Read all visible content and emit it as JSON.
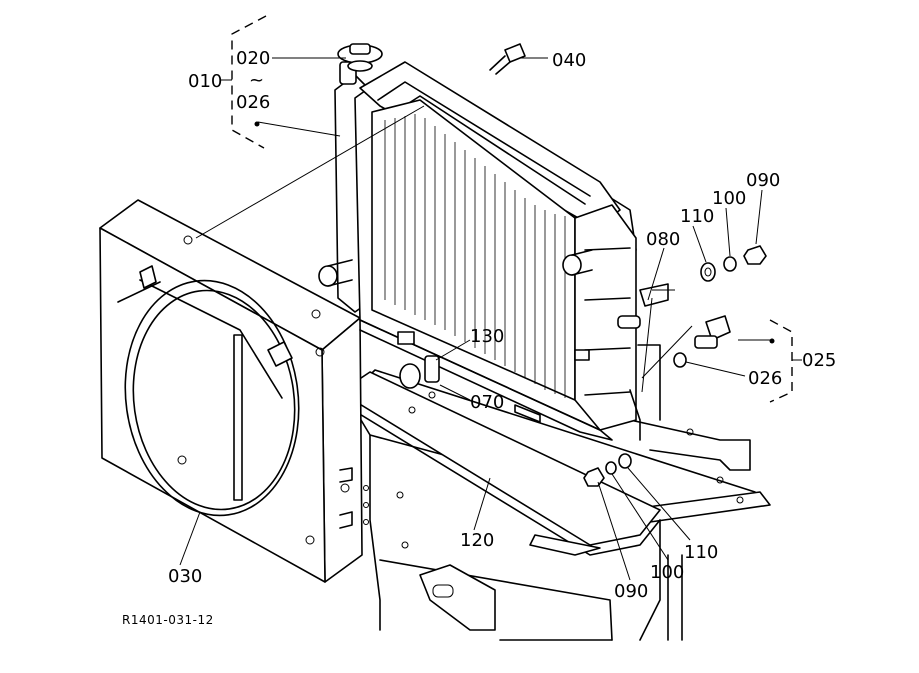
{
  "diagram": {
    "figure_id": "R1401-031-12",
    "callouts": {
      "c010": "010",
      "c020": "020",
      "c026_top": "026",
      "c040": "040",
      "c080": "080",
      "c110_right": "110",
      "c100_right": "100",
      "c090_right": "090",
      "c130": "130",
      "c070": "070",
      "c025": "025",
      "c026_right": "026",
      "c120": "120",
      "c030": "030",
      "c090_bottom": "090",
      "c100_bottom": "100",
      "c110_bottom": "110"
    },
    "range_tilde": "~"
  }
}
